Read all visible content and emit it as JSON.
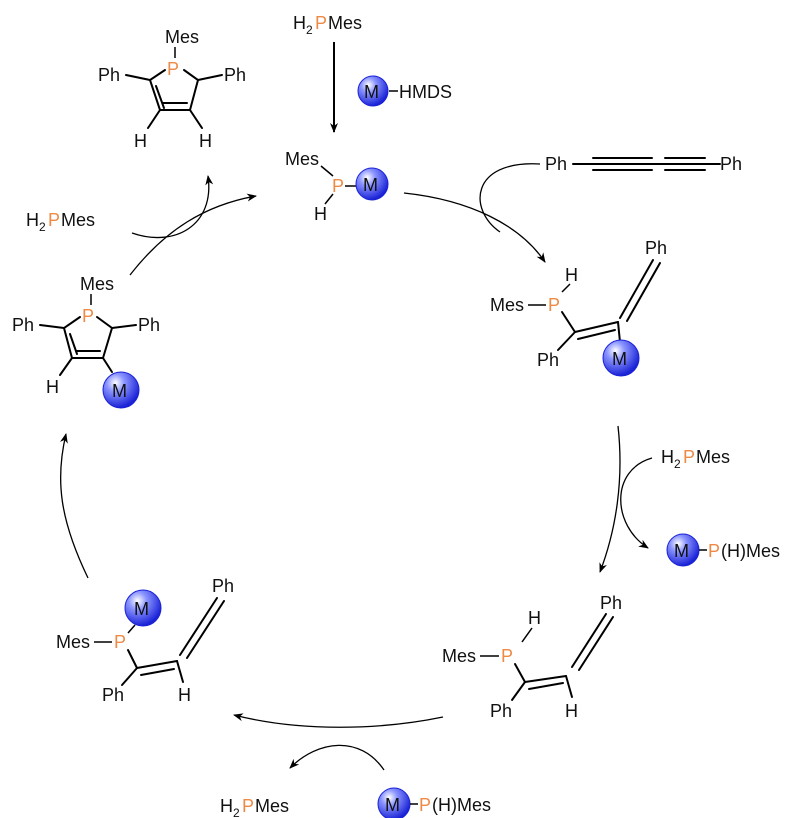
{
  "colors": {
    "phosphorus": "#ee8a45",
    "metal_ball": "#2b36e6",
    "metal_ball_light": "#bcc6ff",
    "ink": "#111111"
  },
  "labels": {
    "h2": "H",
    "sub2": "2",
    "P": "P",
    "Mes": "Mes",
    "M": "M",
    "Ph": "Ph",
    "H": "H",
    "HMDS": "HMDS",
    "PHMes": "(H)Mes"
  }
}
